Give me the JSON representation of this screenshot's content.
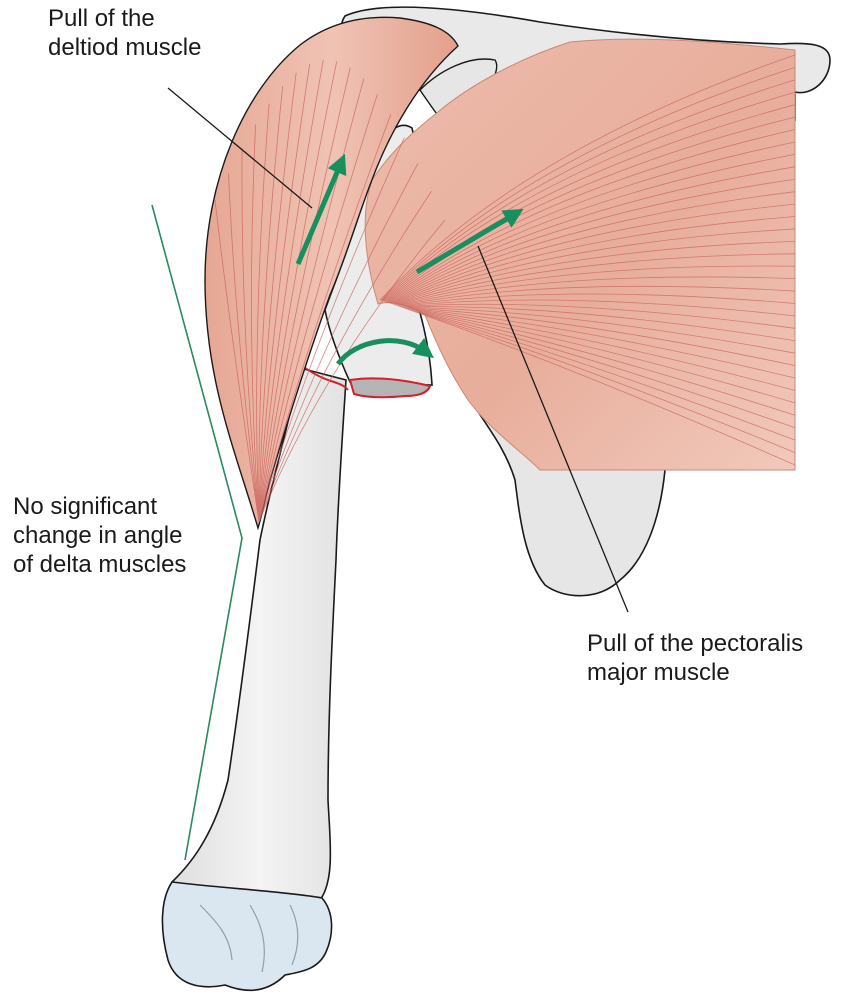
{
  "labels": {
    "deltoid": {
      "line1": "Pull of the",
      "line2": "deltiod muscle"
    },
    "angle": {
      "line1": "No significant",
      "line2": "change in angle",
      "line3": "of delta muscles"
    },
    "pectoralis": {
      "line1": "Pull of the pectoralis",
      "line2": "major muscle"
    }
  },
  "colors": {
    "muscle": "#eab2a1",
    "muscle_dark": "#d88d7a",
    "fiber": "#c9605a",
    "bone": "#ebebeb",
    "bone_outline": "#1a1a1a",
    "arrow": "#178f5f",
    "fracture": "#d3202c",
    "angle_line": "#2a8a5e",
    "joint": "#d9e6ef"
  }
}
